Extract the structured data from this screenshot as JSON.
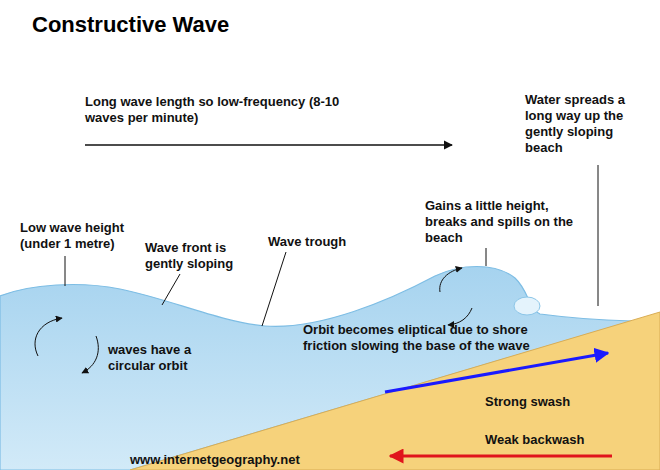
{
  "diagram": {
    "title": "Constructive Wave",
    "nodes": [
      {
        "text": [
          "waves have a circular orbit",
          "Orbit becomes eliptical due to shore friction slowing the base of the wave"
        ]
      },
      {
        "text": [
          "Strong swash",
          "Weak backwash",
          "www.internetgeography.net"
        ]
      }
    ],
    "labels": [
      "Long wave length so low-frequency (8-10 waves per minute)",
      "Water spreads a long way up the gently sloping beach",
      "Low wave height (under 1 metre)",
      "Wave front is gently sloping",
      "Wave trough",
      "Gains a little height, breaks and spills on the beach"
    ]
  }
}
